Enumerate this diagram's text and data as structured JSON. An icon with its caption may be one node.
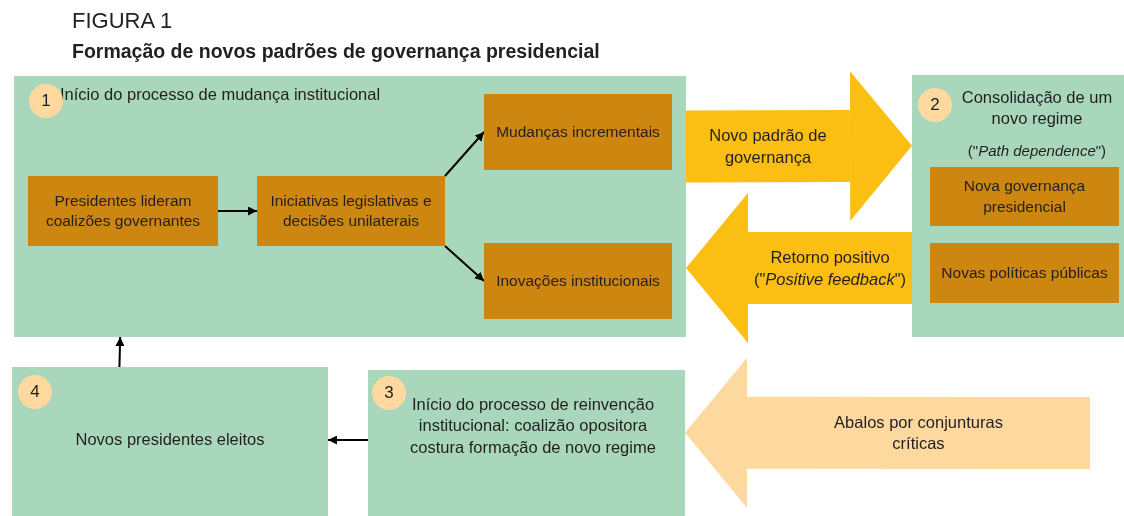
{
  "diagram": {
    "title": "Formação de novos padrões de governança presidencial",
    "nodes": [
      {
        "text": [
          "Início do processo de mudança institucional"
        ]
      },
      {
        "text": [
          "1"
        ],
        "in": 0
      },
      {
        "text": [
          "Presidentes lideram coalizões governantes"
        ],
        "in": 0
      },
      {
        "text": [
          "Iniciativas legislativas e decisões unilaterais"
        ],
        "in": 0
      },
      {
        "text": [
          "Mudanças incrementais"
        ],
        "in": 0
      },
      {
        "text": [
          "Inovações institucionais"
        ],
        "in": 0
      },
      {
        "text": [
          "Consolidação de um novo regime",
          "(\"*Path dependence*\")"
        ]
      },
      {
        "text": [
          "2"
        ],
        "in": 6
      },
      {
        "text": [
          "Nova governança presidencial"
        ],
        "in": 6
      },
      {
        "text": [
          "Novas políticas públicas"
        ],
        "in": 6
      },
      {
        "text": [
          "Início do processo de reinvenção institucional: coalizão opositora costura formação de novo regime"
        ]
      },
      {
        "text": [
          "3"
        ],
        "in": 10
      },
      {
        "text": [
          "Novos presidentes eleitos"
        ]
      },
      {
        "text": [
          "4"
        ],
        "in": 12
      }
    ],
    "edges": [
      {
        "from": 2,
        "to": 3,
        "arrow": "to"
      },
      {
        "from": 3,
        "to": 4,
        "arrow": "to"
      },
      {
        "from": 3,
        "to": 5,
        "arrow": "to"
      },
      {
        "from": 0,
        "to": 6,
        "arrow": "to",
        "label": "Novo padrão de governança",
        "style": "thick",
        "color": "#fbbf14"
      },
      {
        "from": 6,
        "to": 0,
        "arrow": "to",
        "label": "Retorno positivo (\"*Positive feedback*\")",
        "style": "thick",
        "color": "#fbbf14"
      },
      {
        "from": null,
        "to": 10,
        "arrow": "to",
        "label": "Abalos por conjunturas críticas",
        "style": "thick",
        "color": "#fdd9a0"
      },
      {
        "from": 10,
        "to": 12,
        "arrow": "to"
      },
      {
        "from": 12,
        "to": 0,
        "arrow": "to"
      }
    ],
    "labels": [
      "FIGURA 1"
    ]
  }
}
